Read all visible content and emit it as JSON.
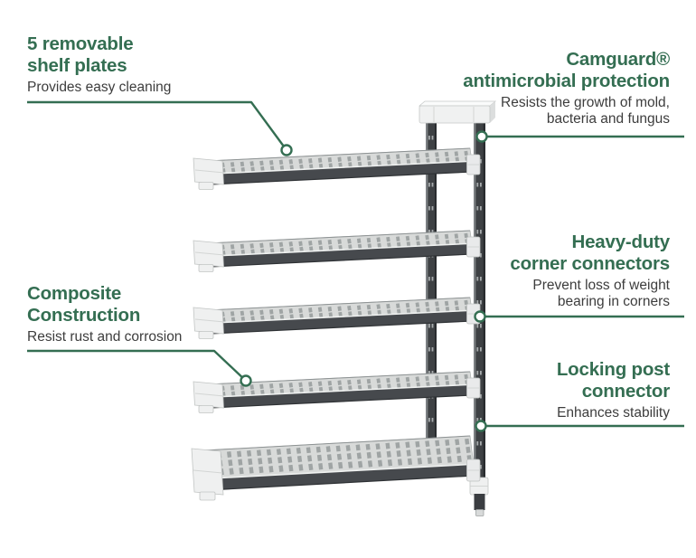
{
  "colors": {
    "accent_green": "#346E52",
    "body_text": "#3D3D3D",
    "background": "#FFFFFF"
  },
  "illustration": {
    "name": "5-tier add-on shelving unit with vented shelf plates",
    "shelf_count": 5
  },
  "callouts": {
    "shelf_plates": {
      "title_lines": [
        "5 removable",
        "shelf plates"
      ],
      "desc_lines": [
        "Provides easy cleaning"
      ]
    },
    "camguard": {
      "title_lines": [
        "Camguard®",
        "antimicrobial protection"
      ],
      "desc_lines": [
        "Resists the growth of mold,",
        "bacteria and fungus"
      ]
    },
    "composite": {
      "title_lines": [
        "Composite",
        "Construction"
      ],
      "desc_lines": [
        "Resist rust and corrosion"
      ]
    },
    "corner_connectors": {
      "title_lines": [
        "Heavy-duty",
        "corner connectors"
      ],
      "desc_lines": [
        "Prevent loss of weight",
        "bearing in corners"
      ]
    },
    "locking_post": {
      "title_lines": [
        "Locking post",
        "connector"
      ],
      "desc_lines": [
        "Enhances stability"
      ]
    }
  }
}
